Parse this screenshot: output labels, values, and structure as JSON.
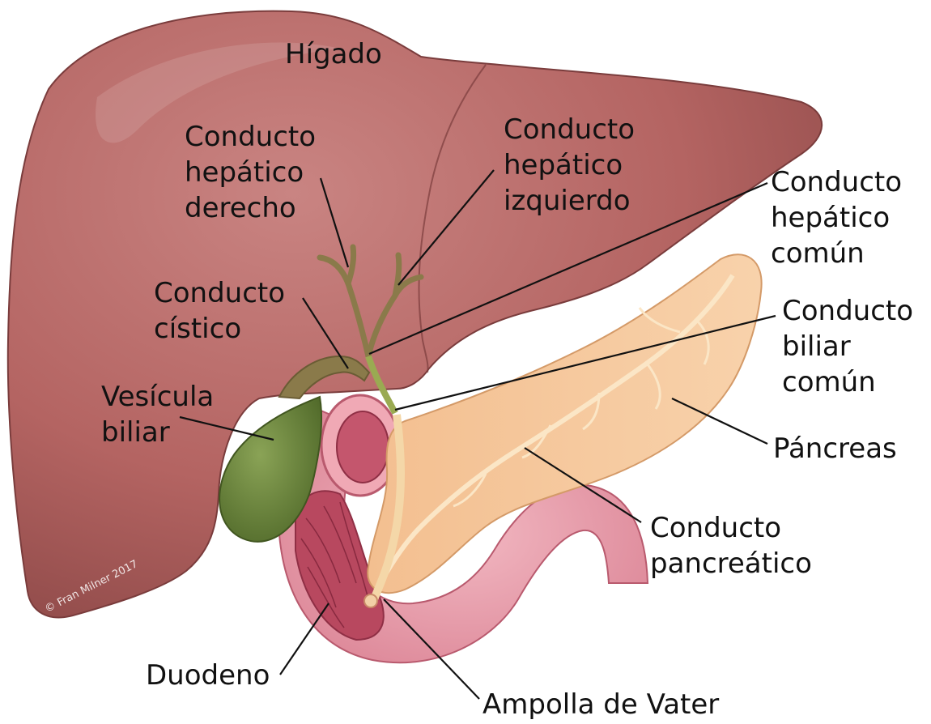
{
  "labels": {
    "higado": "Hígado",
    "conducto_hepatico_derecho": "Conducto\nhepático\nderecho",
    "conducto_hepatico_izquierdo": "Conducto\nhepático\nizquierdo",
    "conducto_hepatico_comun": "Conducto\nhepático\ncomún",
    "conducto_cistico": "Conducto\ncístico",
    "conducto_biliar_comun": "Conducto\nbiliar\ncomún",
    "vesicula_biliar": "Vesícula\nbiliar",
    "pancreas": "Páncreas",
    "conducto_pancreatico": "Conducto\npancreático",
    "duodeno": "Duodeno",
    "ampolla_de_vater": "Ampolla de Vater"
  },
  "credit": "© Fran Milner 2017",
  "colors": {
    "liver": "#b86a68",
    "liver_shadow": "#8d4646",
    "gallbladder": "#6e8a3c",
    "bile_duct": "#8a7a4a",
    "pancreas": "#f6c79a",
    "pancreatic_duct": "#fbe6c6",
    "duodenum": "#e79aa8",
    "duodenum_inner": "#b8485f",
    "leader_line": "#111111"
  }
}
